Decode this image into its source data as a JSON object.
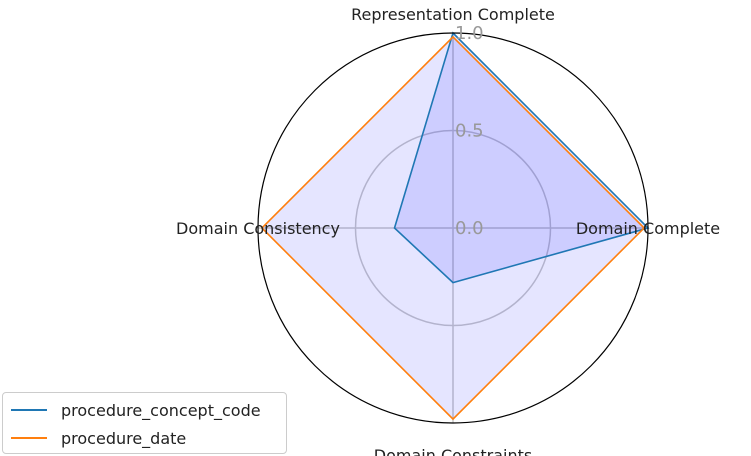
{
  "chart_data": {
    "type": "radar",
    "axes": [
      "Representation Complete",
      "Domain Complete",
      "Domain Constraints",
      "Domain Consistency"
    ],
    "rticks": [
      "0.0",
      "0.5",
      "1.0"
    ],
    "rlim": [
      0,
      1
    ],
    "grid": true,
    "legend_position": "bottom-left",
    "series": [
      {
        "name": "procedure_concept_code",
        "values": [
          1.0,
          1.0,
          0.28,
          0.3
        ],
        "color": "#1f77b4"
      },
      {
        "name": "procedure_date",
        "values": [
          0.98,
          0.98,
          0.98,
          0.98
        ],
        "color": "#ff7f0e"
      }
    ],
    "fill_color": "#0000ff"
  }
}
